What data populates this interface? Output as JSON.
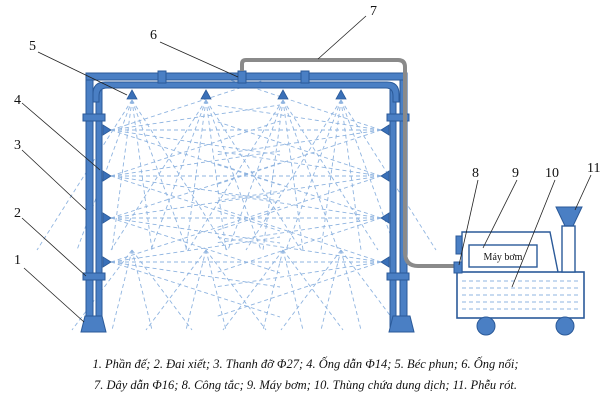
{
  "figure": {
    "numbers": [
      "1",
      "2",
      "3",
      "4",
      "5",
      "6",
      "7",
      "8",
      "9",
      "10",
      "11"
    ],
    "pump_label": "Máy bơm",
    "caption_line1": "1. Phần đế; 2. Đai xiết; 3. Thanh đỡ Φ27; 4. Ống dẫn Φ14; 5. Béc phun; 6. Ống nối;",
    "caption_line2": "7. Dây dẫn Φ16; 8. Công tắc; 9. Máy bơm; 10. Thùng chứa dung dịch; 11. Phễu rót."
  },
  "colors": {
    "frame_fill": "#4a7fc4",
    "frame_stroke": "#2b5a99",
    "spray": "#8fb4e0",
    "hose": "#8a8a8a",
    "leader": "#222222"
  }
}
